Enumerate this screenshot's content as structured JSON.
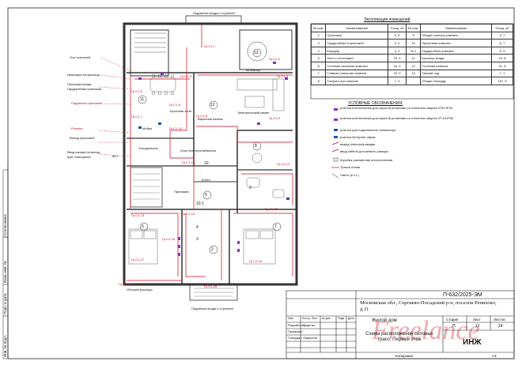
{
  "explication": {
    "title": "Экспликация помещений",
    "headers": [
      "№ пом.",
      "Наименование",
      "Площ. м²",
      "№ пом.",
      "Наименование",
      "Площ. м²"
    ],
    "rows": [
      [
        "2",
        "Прихожая",
        "9, 0",
        "9",
        "Общая спальня комната",
        "9, 7"
      ],
      [
        "3",
        "Гардеробная в прихожей",
        "4, 0",
        "10",
        "Прачечная комната",
        "6, 7"
      ],
      [
        "4",
        "Коридор",
        "4, 3",
        "10.1",
        "Гардеробная комната",
        "5, 3"
      ],
      [
        "5",
        "Холл с лестницей",
        "15, 4",
        "11",
        "Крыльцо входа",
        "19, 8"
      ],
      [
        "6",
        "Гостевая спальная комната",
        "16, 9",
        "12",
        "Гостиная комната",
        "51, 6"
      ],
      [
        "7",
        "Главная спальная комната",
        "16, 9",
        "13",
        "Зимний сад",
        "7, 1"
      ],
      [
        "8",
        "Санузел при спальне",
        "7, 4",
        "",
        "Общая площадь",
        "187, 9"
      ]
    ]
  },
  "legend": {
    "title": "УСЛОВНЫЕ ОБОЗНАЧЕНИЯ:",
    "items": [
      "розетка штепсельная для скрытой установки со степенью защиты IP20-IP33",
      "розетка штепсельная для скрытой установки со степенью защиты IP-44-IP54",
      "розетка для подключения телевизора",
      "розетка Интернет-связи",
      "вывод электропроводки",
      "ввод кабеля для мебель-камеры",
      "Коробка распаечная электрическая",
      "Трасса линии",
      "Свитч (в т.ч.)"
    ]
  },
  "plan_labels": {
    "top_entry": "Подсветка входа и ступеней",
    "bottom_entry": "Подсветка входа и ступеней",
    "left_notes": [
      "Ось прихожей",
      "Имитация на крыльца",
      "Прихожая входа",
      "Гардеробная прихожая",
      "Подсветка прихожей",
      "Розетка",
      "Выход прихожей",
      "Ввод шкафа на выход",
      "Щит освещения"
    ],
    "room_names": [
      "Кухонная зона",
      "Мойка",
      "Холодильник",
      "Варочная панель",
      "Телевизор",
      "Электрический камин",
      "Котел",
      "Блок электроснабжения",
      "Прихожая",
      "Обогрев крыльца"
    ],
    "room_numbers": [
      "12",
      "13",
      "11",
      "10",
      "10.1",
      "9",
      "8",
      "5",
      "4",
      "3",
      "2",
      "6",
      "7"
    ],
    "circuits": [
      "Гр.C1-1",
      "Гр.C1-2",
      "Гр.C1-3",
      "Гр.C1-4",
      "Гр.C1-5",
      "Гр.C1-6",
      "Гр.C1-7",
      "Гр.C1-8",
      "Гр.C1-9",
      "Гр.C1-10",
      "Гр.C1-11",
      "Гр.C1-12",
      "Гр.C1-13",
      "Гр.C1-14",
      "Гр.C1-15",
      "Гр.C1-16",
      "Гр.C1-17",
      "Гр.C1-18",
      "Гр.C1-19",
      "Гр.C1-20"
    ],
    "dim_left": "66.1"
  },
  "left_strip": {
    "labels": [
      "Согласовано",
      "Взам. инв. №",
      "Подп. и дата",
      "Инв. № подл."
    ]
  },
  "title_block": {
    "code": "П-632/2025-ЭМ",
    "address": "Московская обл., Сергиево-Посадский р-н, поселок Репихово, д.31",
    "object": "Жилой дом",
    "sheet_title": "Схема расположения силовых трасс. Первый этаж",
    "stage_h": "Стадия",
    "sheet_h": "Лист",
    "sheets_h": "Листов",
    "stage": "П",
    "sheet": "12",
    "sheets": "24",
    "company": "ИНЖ",
    "headers": [
      "Изм.",
      "Кол.уч",
      "Лист",
      "№ док.",
      "Подп.",
      "Дата"
    ],
    "roles": [
      [
        "Разработал",
        "Гущенко"
      ],
      [
        "Проверил",
        ""
      ],
      [
        "Утвердил",
        "Ларионов"
      ]
    ],
    "copied": "Копировал",
    "format": "А3"
  },
  "watermark": "Freelance",
  "colors": {
    "red": "#d0021b",
    "line": "#222222",
    "purple": "#8b2fc9",
    "blue": "#1f4fbf"
  }
}
